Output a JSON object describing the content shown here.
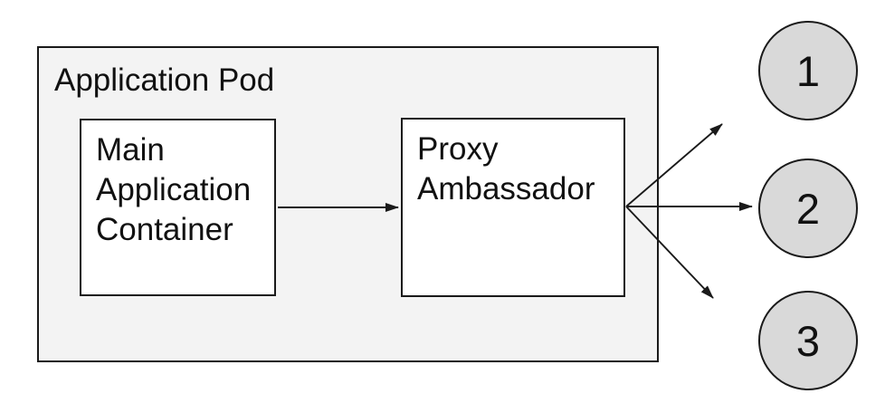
{
  "colors": {
    "pod_fill": "#f3f3f3",
    "box_fill": "#ffffff",
    "node_fill": "#d9d9d9",
    "line_color": "#1a1a1a",
    "text_color": "#111111"
  },
  "diagram": {
    "pod_label": "Application Pod",
    "main_container_label": "Main Application Container",
    "proxy_label": "Proxy Ambassador",
    "nodes": [
      {
        "label": "1"
      },
      {
        "label": "2"
      },
      {
        "label": "3"
      }
    ]
  }
}
